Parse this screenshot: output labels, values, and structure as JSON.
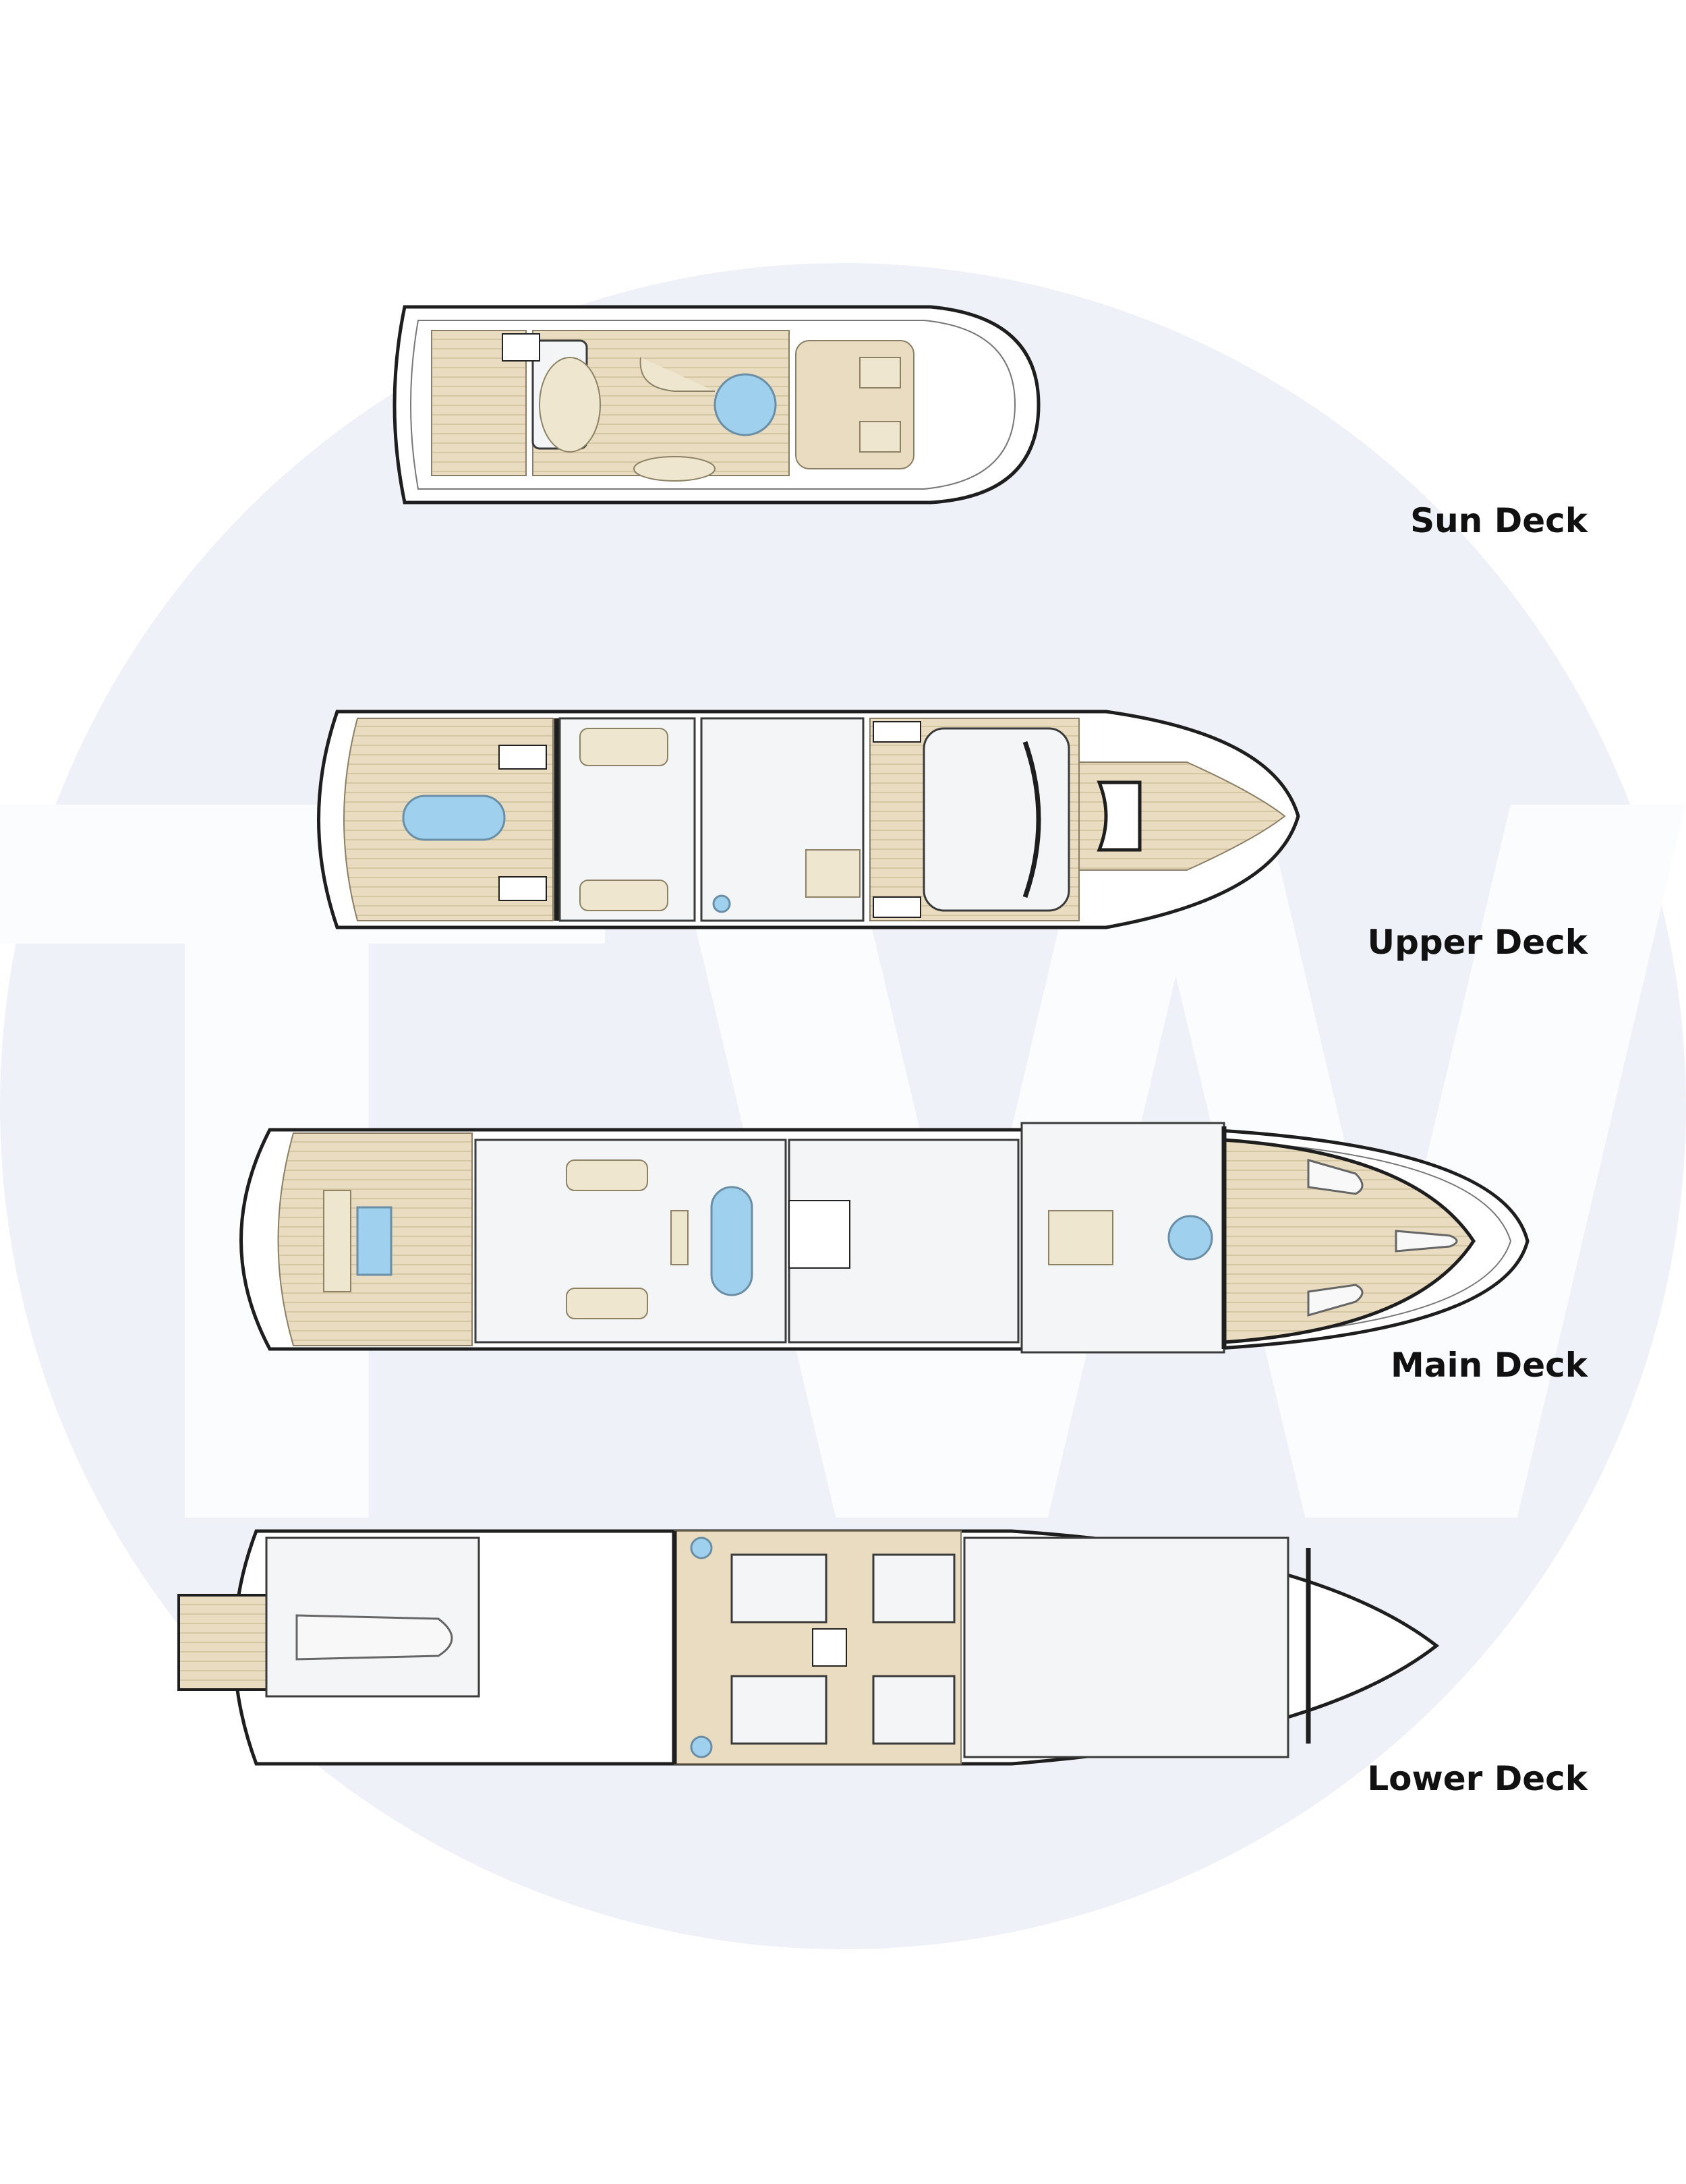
{
  "watermark": {
    "text": "TW",
    "circle_color": "#eef1f7",
    "letter_color": "#fbfcfe"
  },
  "colors": {
    "teak": "#e9dcc0",
    "interior": "#f4f5f7",
    "water": "#9fd0ee",
    "outline": "#1e1e1e"
  },
  "decks": [
    {
      "id": "sun",
      "label": "Sun Deck"
    },
    {
      "id": "upper",
      "label": "Upper Deck"
    },
    {
      "id": "main",
      "label": "Main Deck"
    },
    {
      "id": "lower",
      "label": "Lower Deck"
    }
  ]
}
